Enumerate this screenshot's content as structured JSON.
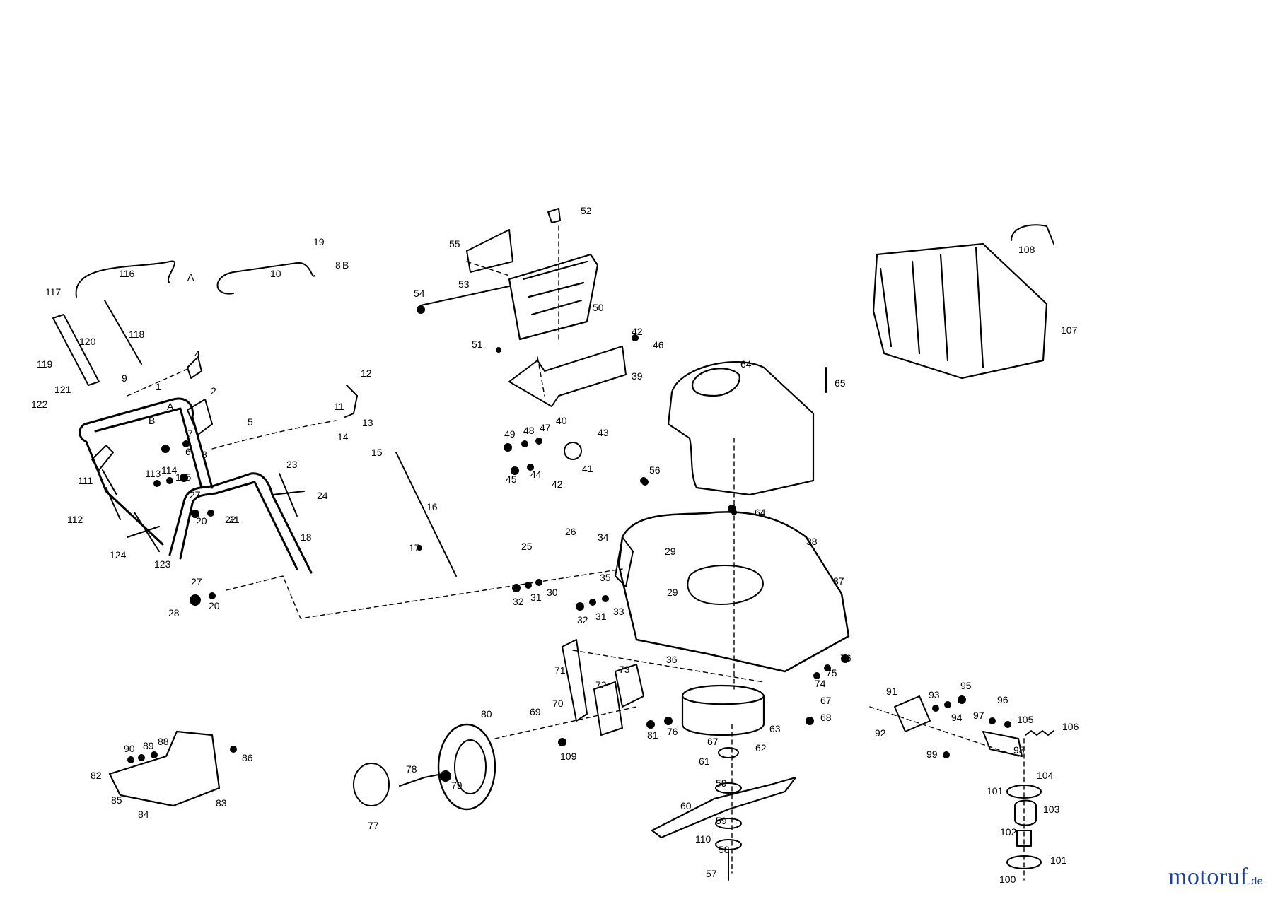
{
  "parts": [
    {
      "id": "1",
      "label": "1"
    },
    {
      "id": "2",
      "label": "2"
    },
    {
      "id": "3",
      "label": "3"
    },
    {
      "id": "4",
      "label": "4"
    },
    {
      "id": "5",
      "label": "5"
    },
    {
      "id": "6",
      "label": "6"
    },
    {
      "id": "7",
      "label": "7"
    },
    {
      "id": "8",
      "label": "8"
    },
    {
      "id": "9",
      "label": "9"
    },
    {
      "id": "10",
      "label": "10"
    },
    {
      "id": "11",
      "label": "11"
    },
    {
      "id": "12",
      "label": "12"
    },
    {
      "id": "13",
      "label": "13"
    },
    {
      "id": "14",
      "label": "14"
    },
    {
      "id": "15",
      "label": "15"
    },
    {
      "id": "16",
      "label": "16"
    },
    {
      "id": "17",
      "label": "17"
    },
    {
      "id": "18",
      "label": "18"
    },
    {
      "id": "19",
      "label": "19"
    },
    {
      "id": "20a",
      "label": "20"
    },
    {
      "id": "20b",
      "label": "20"
    },
    {
      "id": "21",
      "label": "21"
    },
    {
      "id": "22",
      "label": "22"
    },
    {
      "id": "23",
      "label": "23"
    },
    {
      "id": "24",
      "label": "24"
    },
    {
      "id": "25",
      "label": "25"
    },
    {
      "id": "26",
      "label": "26"
    },
    {
      "id": "27a",
      "label": "27"
    },
    {
      "id": "27b",
      "label": "27"
    },
    {
      "id": "28",
      "label": "28"
    },
    {
      "id": "29a",
      "label": "29"
    },
    {
      "id": "29b",
      "label": "29"
    },
    {
      "id": "30",
      "label": "30"
    },
    {
      "id": "31a",
      "label": "31"
    },
    {
      "id": "31b",
      "label": "31"
    },
    {
      "id": "32a",
      "label": "32"
    },
    {
      "id": "32b",
      "label": "32"
    },
    {
      "id": "33",
      "label": "33"
    },
    {
      "id": "34",
      "label": "34"
    },
    {
      "id": "35",
      "label": "35"
    },
    {
      "id": "36",
      "label": "36"
    },
    {
      "id": "37",
      "label": "37"
    },
    {
      "id": "38",
      "label": "38"
    },
    {
      "id": "39",
      "label": "39"
    },
    {
      "id": "40",
      "label": "40"
    },
    {
      "id": "41",
      "label": "41"
    },
    {
      "id": "42",
      "label": "42"
    },
    {
      "id": "42b",
      "label": "42"
    },
    {
      "id": "43",
      "label": "43"
    },
    {
      "id": "44",
      "label": "44"
    },
    {
      "id": "45",
      "label": "45"
    },
    {
      "id": "46",
      "label": "46"
    },
    {
      "id": "47",
      "label": "47"
    },
    {
      "id": "48",
      "label": "48"
    },
    {
      "id": "49",
      "label": "49"
    },
    {
      "id": "50",
      "label": "50"
    },
    {
      "id": "51",
      "label": "51"
    },
    {
      "id": "52",
      "label": "52"
    },
    {
      "id": "53",
      "label": "53"
    },
    {
      "id": "54",
      "label": "54"
    },
    {
      "id": "55",
      "label": "55"
    },
    {
      "id": "56",
      "label": "56"
    },
    {
      "id": "57",
      "label": "57"
    },
    {
      "id": "58",
      "label": "58"
    },
    {
      "id": "59a",
      "label": "59"
    },
    {
      "id": "59b",
      "label": "59"
    },
    {
      "id": "60",
      "label": "60"
    },
    {
      "id": "61",
      "label": "61"
    },
    {
      "id": "62",
      "label": "62"
    },
    {
      "id": "63",
      "label": "63"
    },
    {
      "id": "64a",
      "label": "64"
    },
    {
      "id": "64b",
      "label": "64"
    },
    {
      "id": "65",
      "label": "65"
    },
    {
      "id": "67a",
      "label": "67"
    },
    {
      "id": "67b",
      "label": "67"
    },
    {
      "id": "68",
      "label": "68"
    },
    {
      "id": "69",
      "label": "69"
    },
    {
      "id": "70",
      "label": "70"
    },
    {
      "id": "71",
      "label": "71"
    },
    {
      "id": "72",
      "label": "72"
    },
    {
      "id": "73",
      "label": "73"
    },
    {
      "id": "74",
      "label": "74"
    },
    {
      "id": "75",
      "label": "75"
    },
    {
      "id": "76a",
      "label": "76"
    },
    {
      "id": "76b",
      "label": "76"
    },
    {
      "id": "77",
      "label": "77"
    },
    {
      "id": "78",
      "label": "78"
    },
    {
      "id": "79",
      "label": "79"
    },
    {
      "id": "80",
      "label": "80"
    },
    {
      "id": "81",
      "label": "81"
    },
    {
      "id": "82",
      "label": "82"
    },
    {
      "id": "83",
      "label": "83"
    },
    {
      "id": "84",
      "label": "84"
    },
    {
      "id": "85",
      "label": "85"
    },
    {
      "id": "86",
      "label": "86"
    },
    {
      "id": "88",
      "label": "88"
    },
    {
      "id": "89",
      "label": "89"
    },
    {
      "id": "90",
      "label": "90"
    },
    {
      "id": "91",
      "label": "91"
    },
    {
      "id": "92",
      "label": "92"
    },
    {
      "id": "93",
      "label": "93"
    },
    {
      "id": "94",
      "label": "94"
    },
    {
      "id": "95",
      "label": "95"
    },
    {
      "id": "96",
      "label": "96"
    },
    {
      "id": "97",
      "label": "97"
    },
    {
      "id": "98",
      "label": "98"
    },
    {
      "id": "99",
      "label": "99"
    },
    {
      "id": "100",
      "label": "100"
    },
    {
      "id": "101a",
      "label": "101"
    },
    {
      "id": "101b",
      "label": "101"
    },
    {
      "id": "102",
      "label": "102"
    },
    {
      "id": "103",
      "label": "103"
    },
    {
      "id": "104",
      "label": "104"
    },
    {
      "id": "105",
      "label": "105"
    },
    {
      "id": "106",
      "label": "106"
    },
    {
      "id": "107",
      "label": "107"
    },
    {
      "id": "108",
      "label": "108"
    },
    {
      "id": "109",
      "label": "109"
    },
    {
      "id": "110",
      "label": "110"
    },
    {
      "id": "111",
      "label": "111"
    },
    {
      "id": "112",
      "label": "112"
    },
    {
      "id": "113",
      "label": "113"
    },
    {
      "id": "114",
      "label": "114"
    },
    {
      "id": "115",
      "label": "115"
    },
    {
      "id": "116",
      "label": "116"
    },
    {
      "id": "117",
      "label": "117"
    },
    {
      "id": "118",
      "label": "118"
    },
    {
      "id": "119",
      "label": "119"
    },
    {
      "id": "120",
      "label": "120"
    },
    {
      "id": "121",
      "label": "121"
    },
    {
      "id": "122",
      "label": "122"
    },
    {
      "id": "123",
      "label": "123"
    },
    {
      "id": "124",
      "label": "124"
    }
  ],
  "markers": {
    "a1": "A",
    "a2": "A",
    "b1": "B",
    "b2": "B"
  },
  "watermark": {
    "main": "motoruf",
    "domain": ".de"
  },
  "colors": {
    "line": "#000000",
    "watermark_blue": "#1f3f8f",
    "watermark_red": "#d9392b"
  }
}
